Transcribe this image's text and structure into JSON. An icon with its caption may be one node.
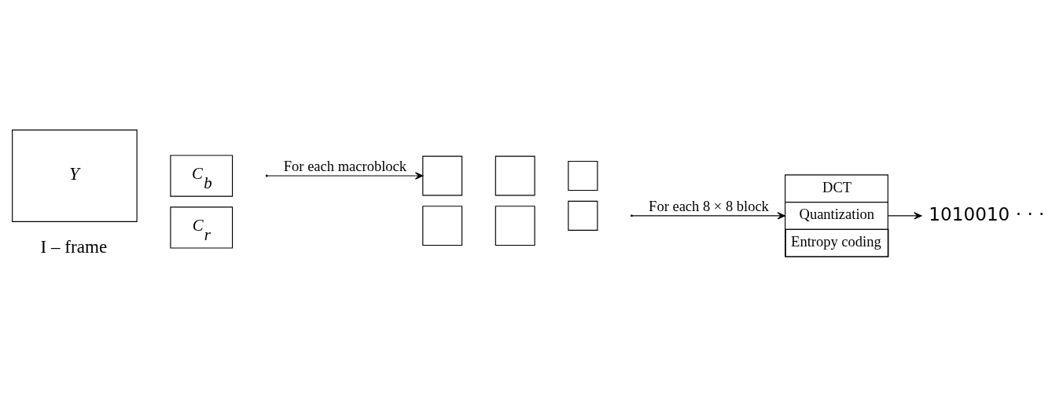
{
  "diagram": {
    "nodes": [
      {
        "text": [
          "Y"
        ]
      },
      {
        "text": [
          "C$_{b}$"
        ]
      },
      {
        "text": [
          "C$_{r}$"
        ]
      },
      {
        "text": [],
        "shape": "box"
      },
      {
        "text": [],
        "shape": "box"
      },
      {
        "text": [],
        "shape": "box"
      },
      {
        "text": [],
        "shape": "box"
      },
      {
        "text": [],
        "shape": "box"
      },
      {
        "text": [],
        "shape": "box"
      },
      {
        "text": [
          "DCT",
          "Quantization",
          "Entropy coding"
        ]
      },
      {
        "text": [
          "1010010 · · ·"
        ]
      }
    ],
    "edges": [
      {
        "from": null,
        "to": 3,
        "arrow": "to",
        "label": "For each macroblock"
      },
      {
        "from": null,
        "to": 9,
        "arrow": "to",
        "label": "For each 8 × 8 block"
      },
      {
        "from": 9,
        "to": 10,
        "arrow": "to"
      }
    ],
    "labels": [
      "I – frame"
    ]
  }
}
